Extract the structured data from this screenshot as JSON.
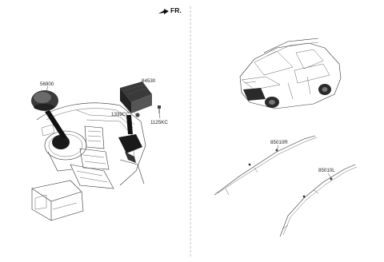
{
  "header": {
    "direction_label": "FR."
  },
  "parts": {
    "driver_airbag": "56900",
    "passenger_airbag": "84530",
    "bolt_a": "1339CC",
    "bolt_b": "1125KC",
    "curtain_right": "85010R",
    "curtain_left": "85010L"
  },
  "icons": {
    "direction_arrow": "forward-arrow-icon"
  }
}
